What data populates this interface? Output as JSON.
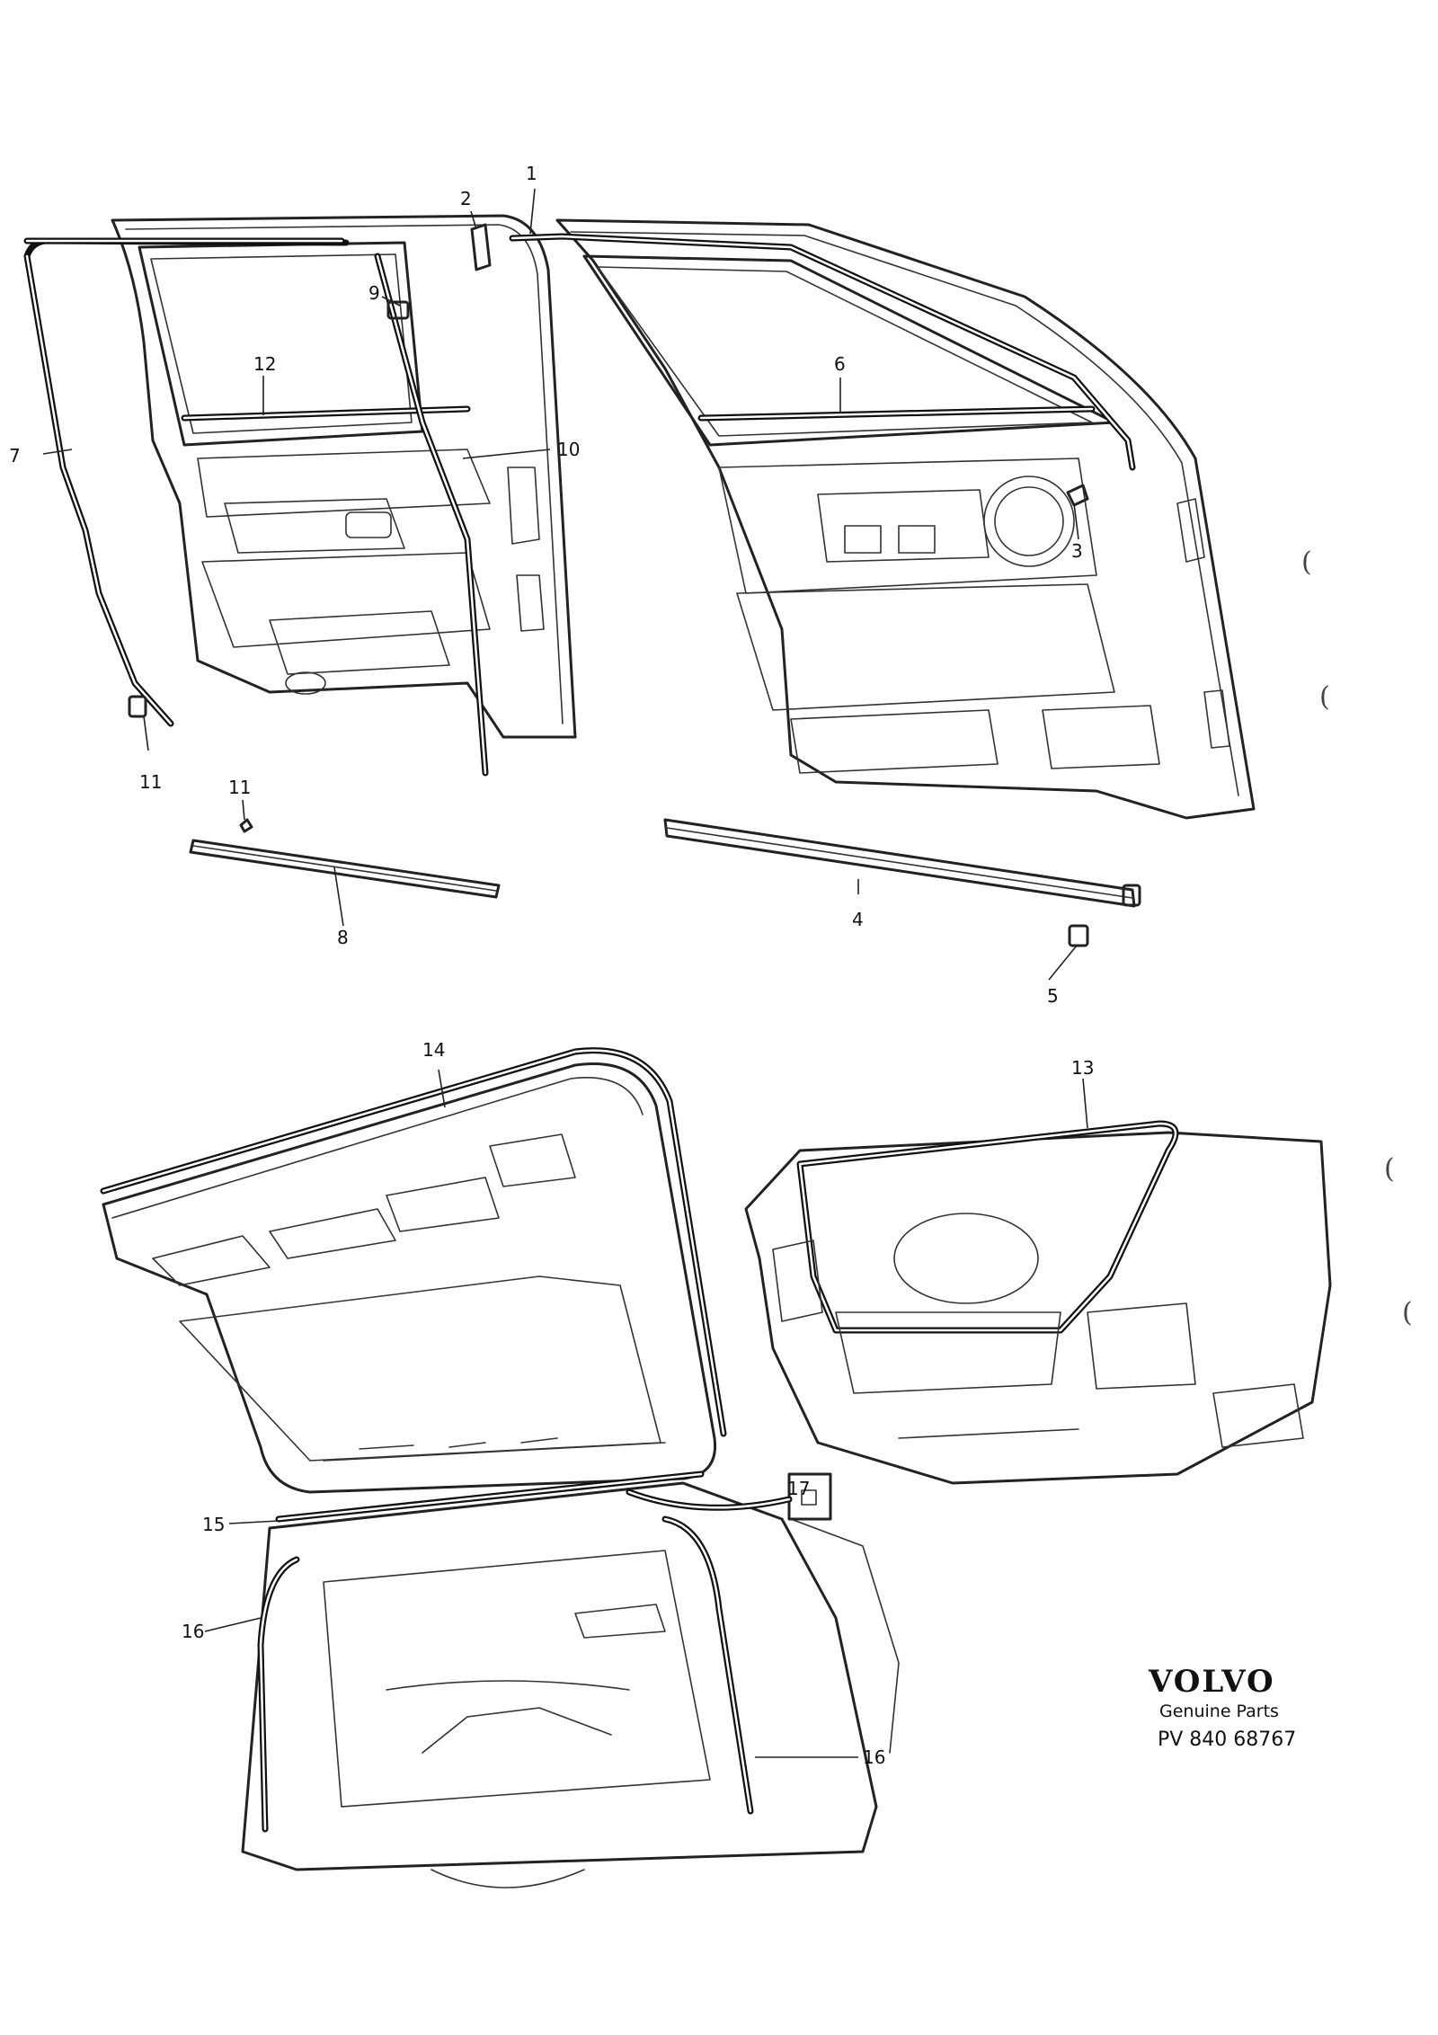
{
  "brand": {
    "logo": "VOLVO",
    "subtitle": "Genuine Parts",
    "code": "PV 840 68767"
  },
  "callouts": {
    "c1": "1",
    "c2": "2",
    "c3": "3",
    "c4": "4",
    "c5": "5",
    "c6": "6",
    "c7": "7",
    "c8": "8",
    "c9": "9",
    "c10": "10",
    "c11a": "11",
    "c11b": "11",
    "c12": "12",
    "c13": "13",
    "c14": "14",
    "c15": "15",
    "c16a": "16",
    "c16b": "16",
    "c17": "17"
  },
  "margin_marks": [
    "(",
    "(",
    "(",
    "("
  ]
}
